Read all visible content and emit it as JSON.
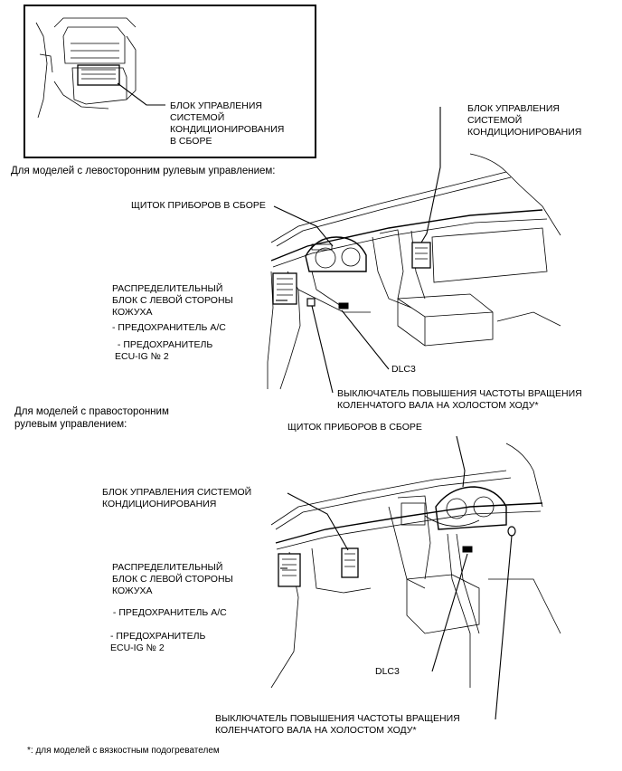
{
  "inset": {
    "ac_unit_assembly_label": "БЛОК УПРАВЛЕНИЯ\nСИСТЕМОЙ\nКОНДИЦИОНИРОВАНИЯ\nВ СБОРЕ"
  },
  "lhd": {
    "heading": "Для моделей с левосторонним рулевым управлением:",
    "ac_control_label": "БЛОК УПРАВЛЕНИЯ\nСИСТЕМОЙ\nКОНДИЦИОНИРОВАНИЯ",
    "combination_meter_label": "ЩИТОК ПРИБОРОВ В СБОРЕ",
    "junction_block_label": "РАСПРЕДЕЛИТЕЛЬНЫЙ\nБЛОК С ЛЕВОЙ СТОРОНЫ\nКОЖУХА",
    "fuse_ac_label": "- ПРЕДОХРАНИТЕЛЬ A/C",
    "fuse_ecu_label": " - ПРЕДОХРАНИТЕЛЬ\nECU-IG № 2",
    "dlc3_label": "DLC3",
    "idle_up_switch_label": "ВЫКЛЮЧАТЕЛЬ ПОВЫШЕНИЯ ЧАСТОТЫ ВРАЩЕНИЯ\nКОЛЕНЧАТОГО ВАЛА НА ХОЛОСТОМ ХОДУ*"
  },
  "rhd": {
    "heading": "Для моделей с правосторонним\nрулевым управлением:",
    "combination_meter_label": "ЩИТОК ПРИБОРОВ В СБОРЕ",
    "ac_control_label": "БЛОК УПРАВЛЕНИЯ СИСТЕМОЙ\nКОНДИЦИОНИРОВАНИЯ",
    "junction_block_label": "РАСПРЕДЕЛИТЕЛЬНЫЙ\nБЛОК С ЛЕВОЙ СТОРОНЫ\nКОЖУХА",
    "fuse_ac_label": " - ПРЕДОХРАНИТЕЛЬ A/C",
    "fuse_ecu_label": "- ПРЕДОХРАНИТЕЛЬ\nECU-IG № 2",
    "dlc3_label": "DLC3",
    "idle_up_switch_label": "ВЫКЛЮЧАТЕЛЬ ПОВЫШЕНИЯ ЧАСТОТЫ ВРАЩЕНИЯ\nКОЛЕНЧАТОГО ВАЛА НА ХОЛОСТОМ ХОДУ*"
  },
  "footnote": "*: для моделей с вязкостным подогревателем"
}
